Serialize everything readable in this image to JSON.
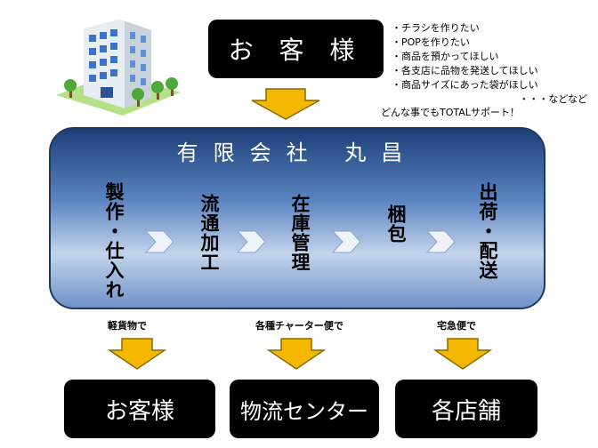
{
  "customer_top": "お 客 様",
  "notes": {
    "items": [
      "・チラシを作りたい",
      "・POPを作りたい",
      "・商品を預かってほしい",
      "・各支店に品物を発送してほしい",
      "・商品サイズにあった袋がほしい"
    ],
    "etc": "・・・などなど",
    "footer": "どんな事でもTOTALサポート！"
  },
  "company_name": "有限会社 丸昌",
  "steps": [
    {
      "label": "製作・仕入れ"
    },
    {
      "label": "流通加工"
    },
    {
      "label": "在庫管理"
    },
    {
      "label": "梱包"
    },
    {
      "label": "出荷・配送"
    }
  ],
  "shipping": [
    {
      "method": "軽貨物で",
      "destination": "お客様"
    },
    {
      "method": "各種チャーター便で",
      "destination": "物流センター"
    },
    {
      "method": "宅急便で",
      "destination": "各店舗"
    }
  ],
  "colors": {
    "arrow_fill": "#f5b800",
    "arrow_stroke": "#8a6a00",
    "panel_dark": "#1d3f79",
    "panel_light": "#c3d4ec"
  },
  "icons": [
    "office-building-icon",
    "chevron-right-icon",
    "down-arrow-icon"
  ]
}
